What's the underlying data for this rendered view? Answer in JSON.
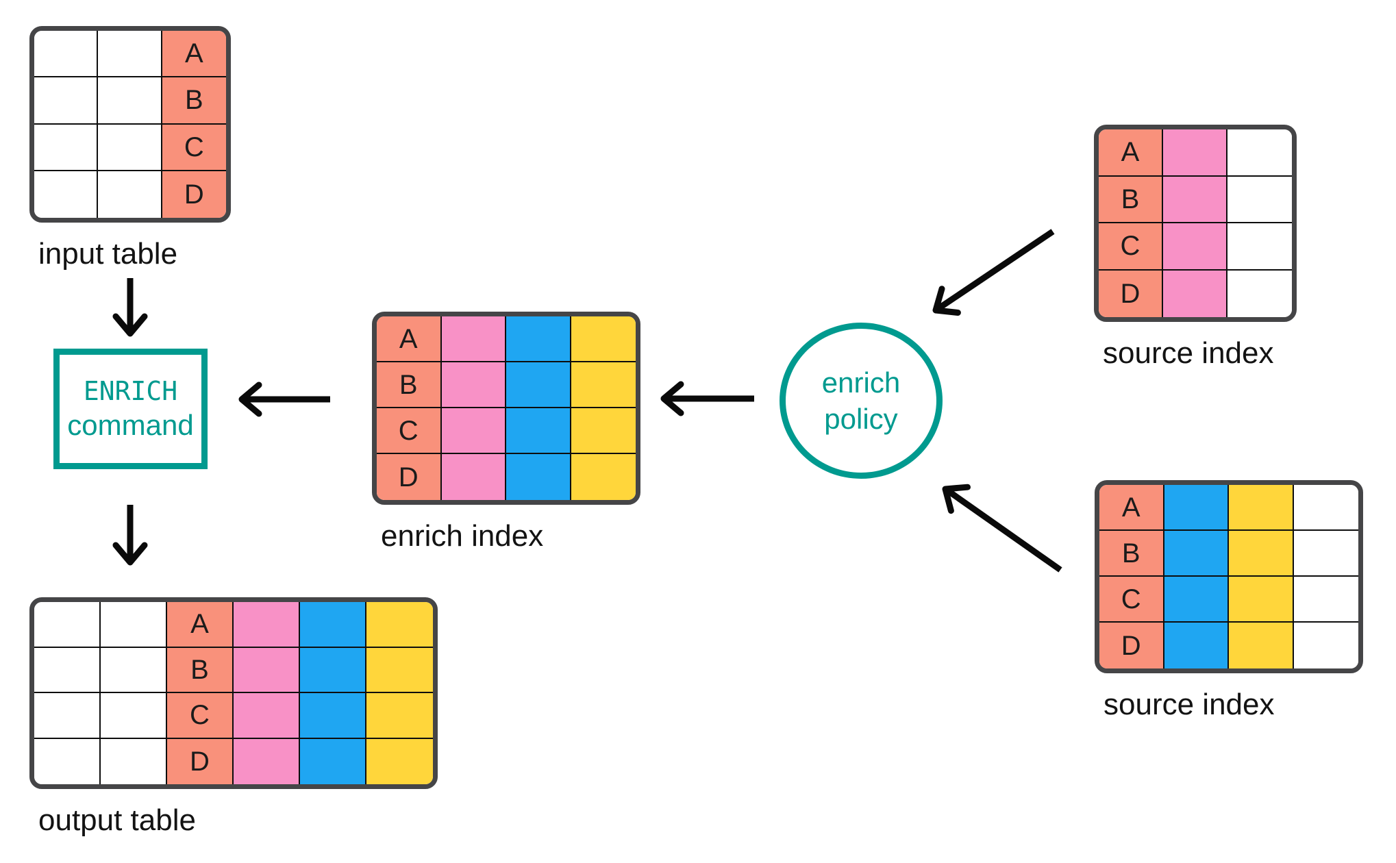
{
  "palette": {
    "salmon": "#f9917b",
    "pink": "#f891c6",
    "blue": "#1fa6f2",
    "yellow": "#ffd63b",
    "white": "#ffffff",
    "teal": "#009a8f",
    "table_border": "#454547",
    "grid_line": "#0d0d0d",
    "arrow": "#0a0a0a",
    "label_text": "#131313"
  },
  "enrich_command": {
    "line1": "ENRICH",
    "line2": "command"
  },
  "enrich_policy": {
    "line1": "enrich",
    "line2": "policy"
  },
  "tables": {
    "input": {
      "label": "input table",
      "row_labels": [
        "A",
        "B",
        "C",
        "D"
      ],
      "columns": [
        {
          "fill": "white"
        },
        {
          "fill": "white"
        },
        {
          "fill": "salmon",
          "show_labels": true
        }
      ]
    },
    "enrich_index": {
      "label": "enrich index",
      "row_labels": [
        "A",
        "B",
        "C",
        "D"
      ],
      "columns": [
        {
          "fill": "salmon",
          "show_labels": true
        },
        {
          "fill": "pink"
        },
        {
          "fill": "blue"
        },
        {
          "fill": "yellow"
        }
      ]
    },
    "source_top": {
      "label": "source index",
      "row_labels": [
        "A",
        "B",
        "C",
        "D"
      ],
      "columns": [
        {
          "fill": "salmon",
          "show_labels": true
        },
        {
          "fill": "pink"
        },
        {
          "fill": "white"
        }
      ]
    },
    "source_bottom": {
      "label": "source index",
      "row_labels": [
        "A",
        "B",
        "C",
        "D"
      ],
      "columns": [
        {
          "fill": "salmon",
          "show_labels": true
        },
        {
          "fill": "blue"
        },
        {
          "fill": "yellow"
        },
        {
          "fill": "white"
        }
      ]
    },
    "output": {
      "label": "output table",
      "row_labels": [
        "A",
        "B",
        "C",
        "D"
      ],
      "columns": [
        {
          "fill": "white"
        },
        {
          "fill": "white"
        },
        {
          "fill": "salmon",
          "show_labels": true
        },
        {
          "fill": "pink"
        },
        {
          "fill": "blue"
        },
        {
          "fill": "yellow"
        }
      ]
    }
  }
}
